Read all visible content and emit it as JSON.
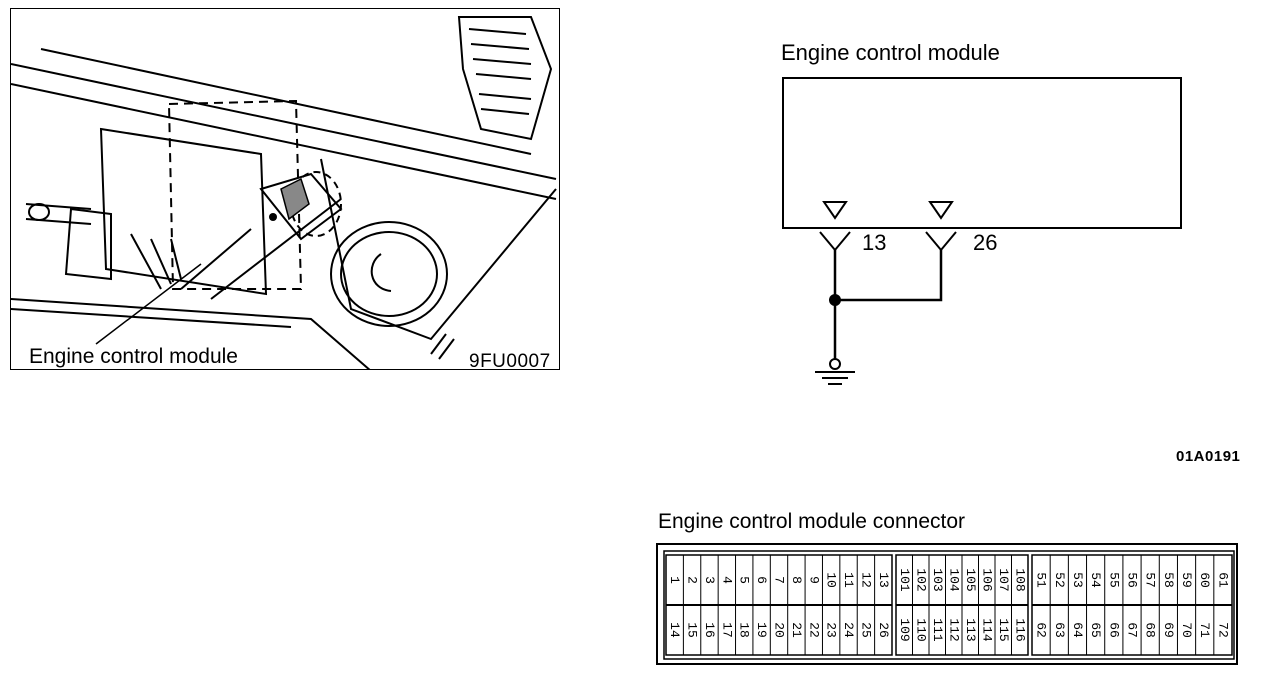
{
  "photo": {
    "caption": "Engine control module",
    "code": "9FU0007"
  },
  "schematic": {
    "module_title": "Engine control module",
    "pins": [
      "13",
      "26"
    ],
    "code": "01A0191"
  },
  "connector": {
    "title": "Engine control module connector",
    "groups": [
      {
        "top": [
          "1",
          "2",
          "3",
          "4",
          "5",
          "6",
          "7",
          "8",
          "9",
          "10",
          "11",
          "12",
          "13"
        ],
        "bottom": [
          "14",
          "15",
          "16",
          "17",
          "18",
          "19",
          "20",
          "21",
          "22",
          "23",
          "24",
          "25",
          "26"
        ]
      },
      {
        "top": [
          "101",
          "102",
          "103",
          "104",
          "105",
          "106",
          "107",
          "108"
        ],
        "bottom": [
          "109",
          "110",
          "111",
          "112",
          "113",
          "114",
          "115",
          "116"
        ]
      },
      {
        "top": [
          "51",
          "52",
          "53",
          "54",
          "55",
          "56",
          "57",
          "58",
          "59",
          "60",
          "61"
        ],
        "bottom": [
          "62",
          "63",
          "64",
          "65",
          "66",
          "67",
          "68",
          "69",
          "70",
          "71",
          "72"
        ]
      }
    ]
  }
}
